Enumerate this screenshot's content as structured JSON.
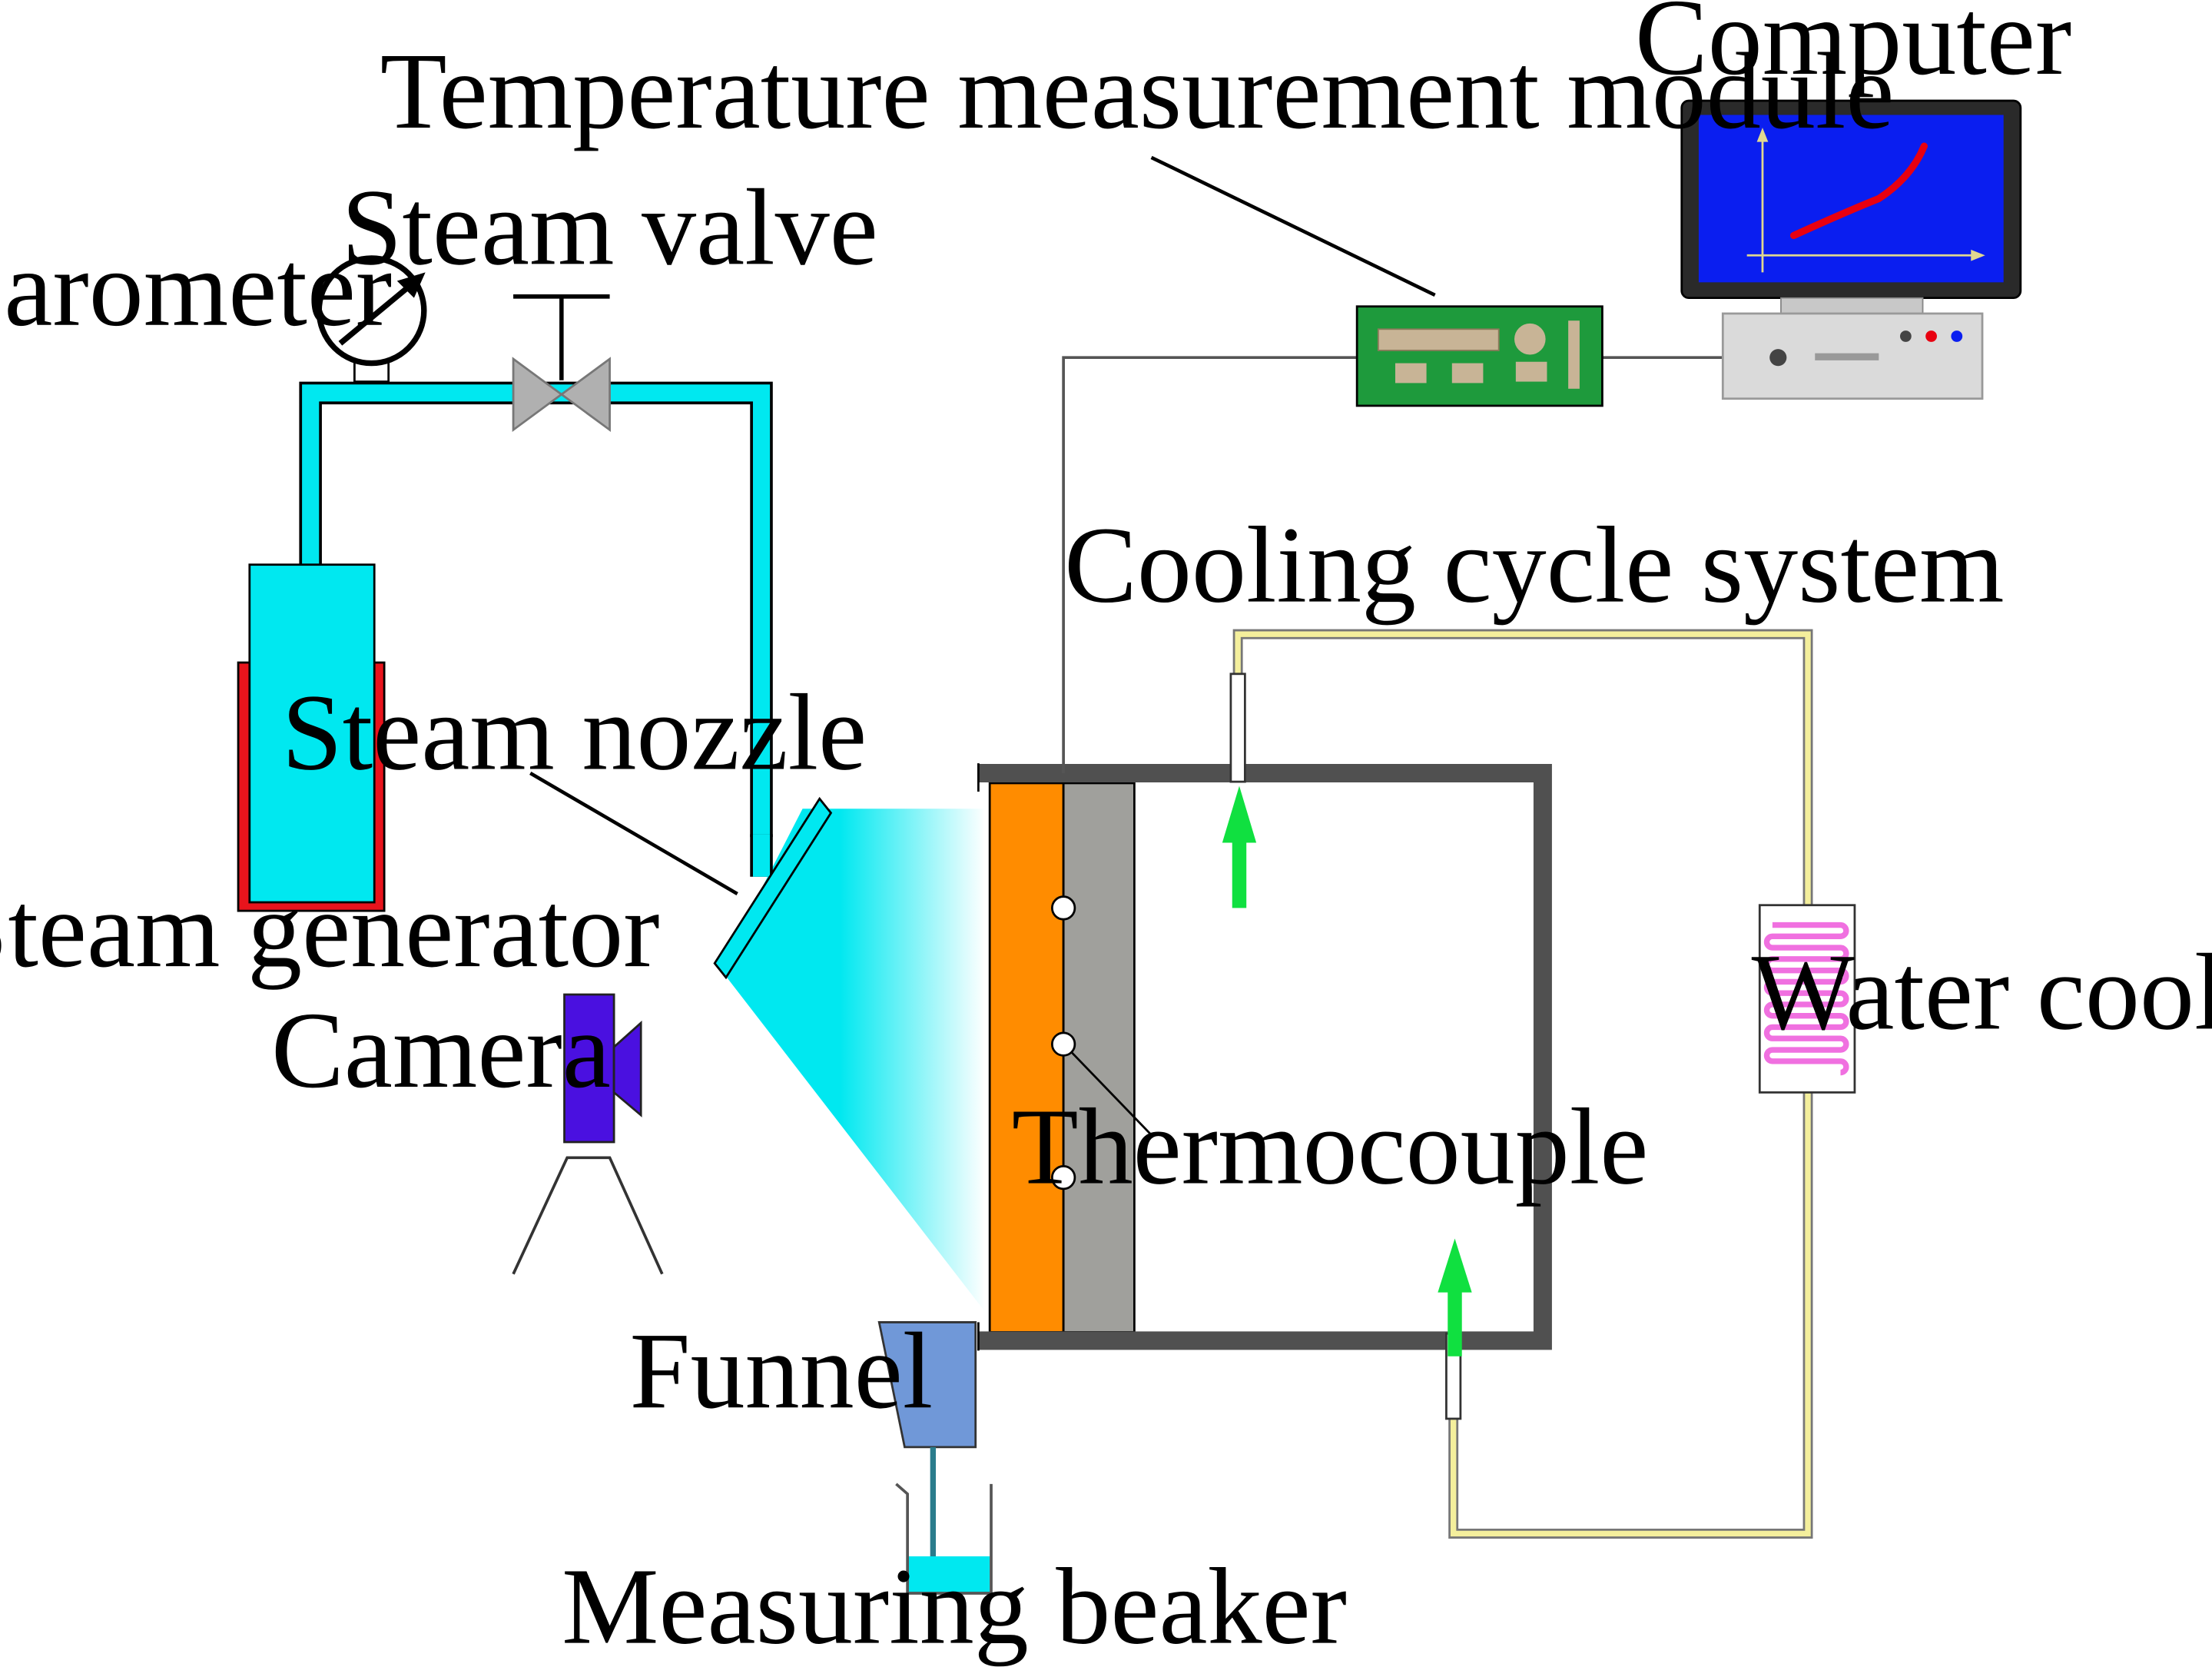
{
  "labels": {
    "computer": "Computer",
    "temperature_module": "Temperature measurement module",
    "steam_valve": "Steam valve",
    "barometer": "Barometer",
    "cooling_cycle": "Cooling cycle system",
    "steam_nozzle": "Steam nozzle",
    "steam_generator": "Steam generator",
    "water_cooler": "Water cooler",
    "camera": "Camera",
    "thermocouple": "Thermocouple",
    "funnel": "Funnel",
    "measuring_beaker": "Measuring beaker"
  },
  "colors": {
    "steam": "#00e8f0",
    "generator_heater": "#e8141c",
    "condensing_plate": "#ff8c00",
    "insulation": "#a0a09c",
    "chamber_wall": "#505050",
    "circuit_board": "#1e9a3c",
    "monitor_screen": "#0a1ef0",
    "curve": "#e80010",
    "cooling_pipe": "#f4ef9c",
    "cooler_coil": "#f070e0",
    "camera_body": "#4a10e0",
    "funnel": "#7098d8",
    "flow_arrow": "#10e040"
  }
}
